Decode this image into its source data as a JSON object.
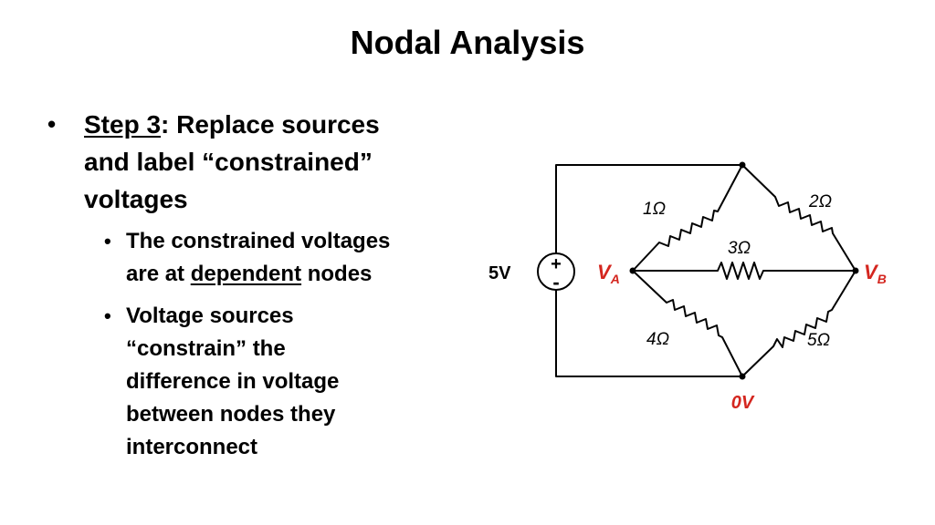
{
  "slide": {
    "title": "Nodal Analysis"
  },
  "bullet1": {
    "marker": "•",
    "step_label": "Step 3",
    "rest_line1": ": Replace sources",
    "line2": "and label “constrained”",
    "line3": "voltages"
  },
  "sub_bullets": [
    {
      "marker": "•",
      "line1": "The constrained voltages",
      "line2_pre": "are at ",
      "line2_underlined": "dependent",
      "line2_post": " nodes"
    },
    {
      "marker": "•",
      "lines": [
        "Voltage sources",
        "“constrain” the",
        "difference in voltage",
        "between nodes they",
        "interconnect"
      ]
    }
  ],
  "circuit": {
    "source_value": "5V",
    "source_plus": "+",
    "source_minus": "-",
    "node_a_main": "V",
    "node_a_sub": "A",
    "node_b_main": "V",
    "node_b_sub": "B",
    "ground_label": "0V",
    "label_color": "#d4261f",
    "resistors": [
      "1Ω",
      "2Ω",
      "3Ω",
      "4Ω",
      "5Ω"
    ]
  }
}
